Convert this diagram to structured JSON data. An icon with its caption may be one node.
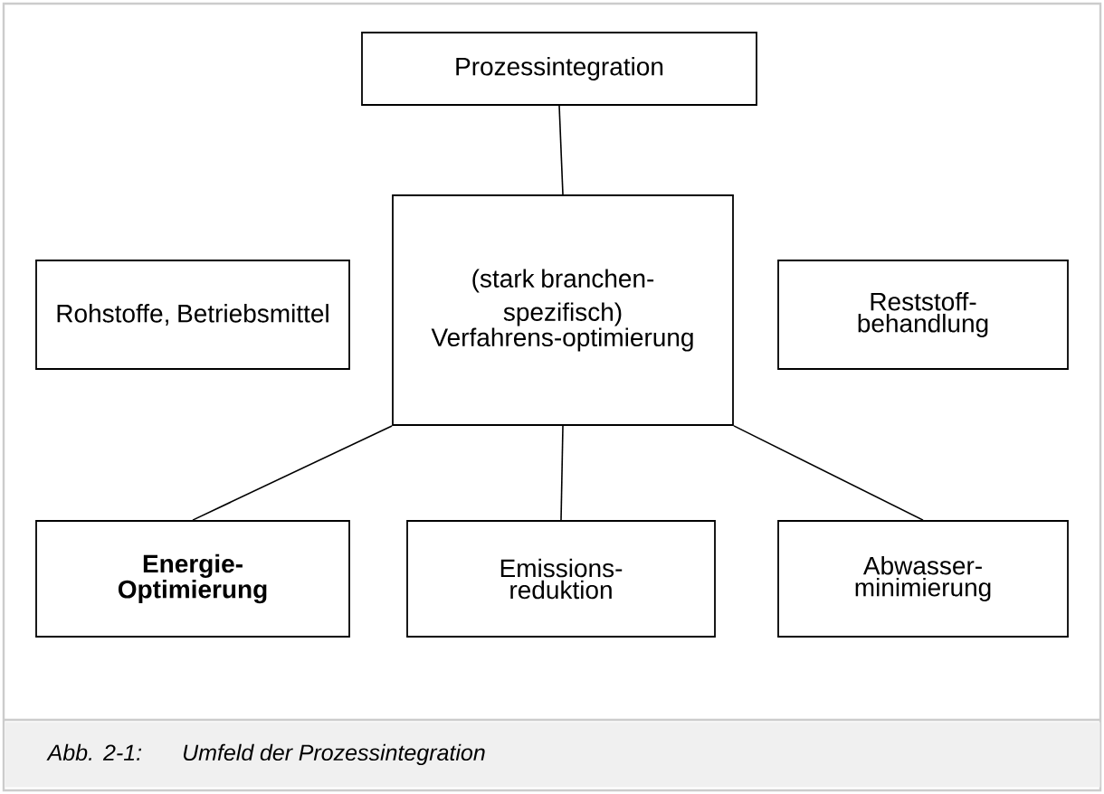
{
  "diagram": {
    "caption": "Abb. 2-1:    Umfeld der Prozessintegration",
    "nodes": [
      {
        "text": [
          "Prozessintegration"
        ]
      },
      {
        "text": [
          "(stark branchen-spezifisch)",
          "Verfahrens-optimierung"
        ]
      },
      {
        "text": [
          "Rohstoffe, Betriebsmittel"
        ]
      },
      {
        "text": [
          "Reststoff-behandlung"
        ]
      },
      {
        "text": [
          "Energie-Optimierung"
        ]
      },
      {
        "text": [
          "Emissions-reduktion"
        ]
      },
      {
        "text": [
          "Abwasser-minimierung"
        ]
      }
    ],
    "edges": [
      {
        "from": 0,
        "to": 1,
        "arrow": "none"
      },
      {
        "from": 1,
        "to": 4,
        "arrow": "none"
      },
      {
        "from": 1,
        "to": 5,
        "arrow": "none"
      },
      {
        "from": 1,
        "to": 6,
        "arrow": "none"
      }
    ]
  }
}
